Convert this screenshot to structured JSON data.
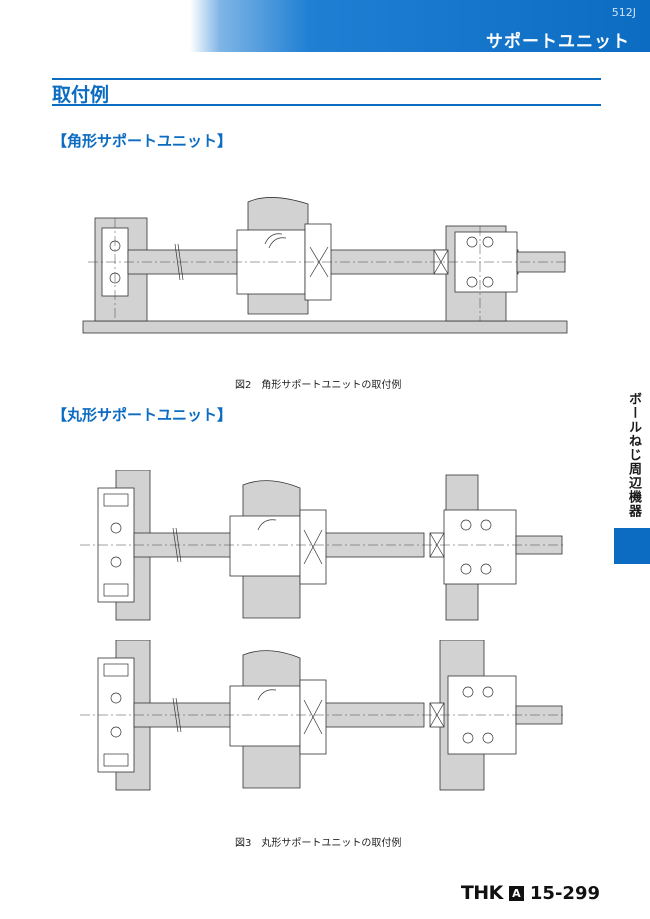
{
  "header": {
    "page_code": "512J",
    "title": "サポートユニット"
  },
  "section": {
    "title": "取付例"
  },
  "square_unit": {
    "heading": "【角形サポートユニット】",
    "caption": "図2　角形サポートユニットの取付例"
  },
  "round_unit": {
    "heading": "【丸形サポートユニット】",
    "caption": "図3　丸形サポートユニットの取付例"
  },
  "side_tab": {
    "label": "ボールねじ周辺機器"
  },
  "footer": {
    "brand": "THK",
    "volume_mark": "A",
    "page_number": "15-299"
  }
}
